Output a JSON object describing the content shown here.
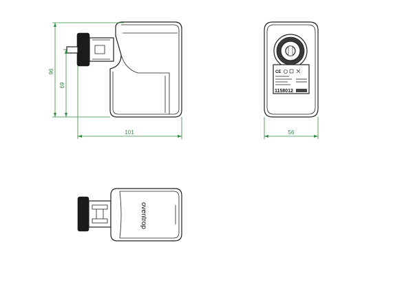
{
  "dimensions": {
    "height_total": "96",
    "height_axis": "69",
    "length": "101",
    "width": "56"
  },
  "label": {
    "article_number": "1158012"
  },
  "brand": {
    "name": "oventrop"
  }
}
